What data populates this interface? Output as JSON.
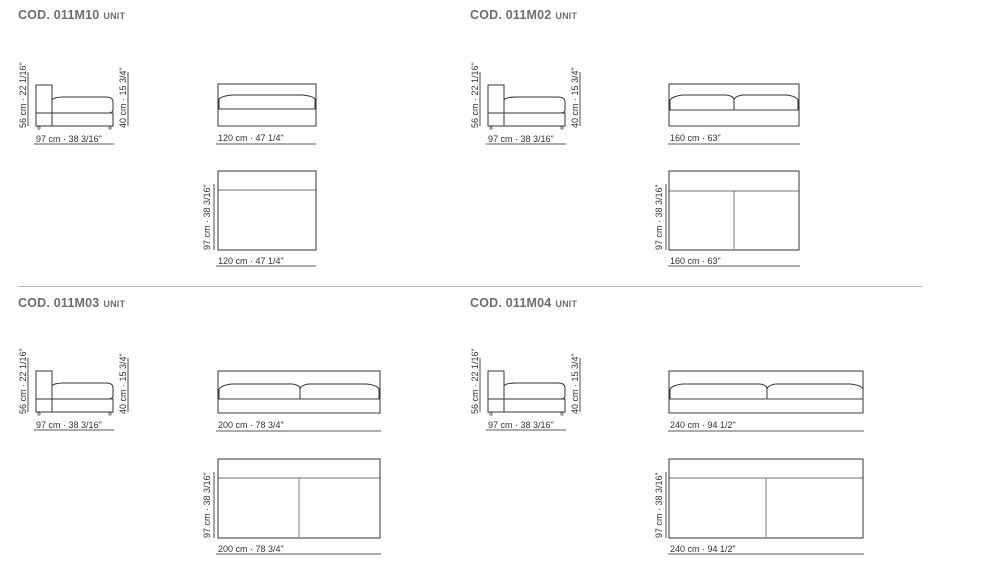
{
  "modules": [
    {
      "code": "COD. 011M10",
      "unit_label": "UNIT",
      "side": {
        "height_label": "56 cm · 22 1/16\"",
        "seat_label": "40 cm · 15 3/4\"",
        "depth_label": "97 cm · 38 3/16\""
      },
      "front": {
        "width_label": "120 cm · 47 1/4\"",
        "cushions": 1
      },
      "top": {
        "width_label": "120 cm · 47 1/4\"",
        "depth_label": "97 cm · 38 3/16\"",
        "cushions": 1
      }
    },
    {
      "code": "COD. 011M02",
      "unit_label": "UNIT",
      "side": {
        "height_label": "56 cm · 22 1/16\"",
        "seat_label": "40 cm · 15 3/4\"",
        "depth_label": "97 cm · 38 3/16\""
      },
      "front": {
        "width_label": "160 cm · 63\"",
        "cushions": 2
      },
      "top": {
        "width_label": "160 cm · 63\"",
        "depth_label": "97 cm · 38 3/16\"",
        "cushions": 2
      }
    },
    {
      "code": "COD. 011M03",
      "unit_label": "UNIT",
      "side": {
        "height_label": "56 cm · 22 1/16\"",
        "seat_label": "40 cm · 15 3/4\"",
        "depth_label": "97 cm · 38 3/16\""
      },
      "front": {
        "width_label": "200 cm · 78 3/4\"",
        "cushions": 2
      },
      "top": {
        "width_label": "200 cm · 78 3/4\"",
        "depth_label": "97 cm · 38 3/16\"",
        "cushions": 2
      }
    },
    {
      "code": "COD. 011M04",
      "unit_label": "UNIT",
      "side": {
        "height_label": "56 cm · 22 1/16\"",
        "seat_label": "40 cm · 15 3/4\"",
        "depth_label": "97 cm · 38 3/16\""
      },
      "front": {
        "width_label": "240 cm · 94 1/2\"",
        "cushions": 2
      },
      "top": {
        "width_label": "240 cm · 94 1/2\"",
        "depth_label": "97 cm · 38 3/16\"",
        "cushions": 2
      }
    }
  ]
}
